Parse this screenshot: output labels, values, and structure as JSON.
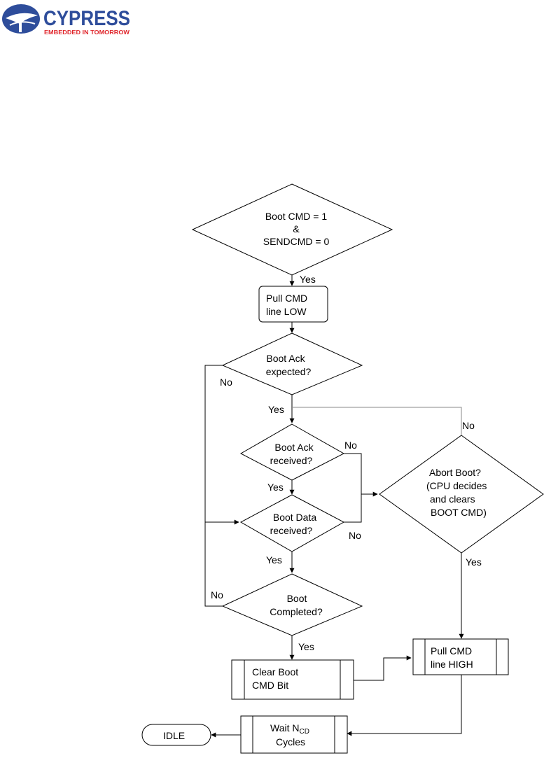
{
  "logo": {
    "brand": "CYPRESS",
    "tagline": "EMBEDDED IN TOMORROW",
    "colors": {
      "brand": "#2e4d9b",
      "tagline": "#e0262c"
    }
  },
  "flowchart": {
    "nodes": {
      "boot_cmd": {
        "lines": [
          "Boot CMD = 1",
          "&",
          "SENDCMD = 0"
        ]
      },
      "pull_low": {
        "lines": [
          "Pull CMD",
          "line LOW"
        ]
      },
      "ack_expected": {
        "lines": [
          "Boot Ack",
          "expected?"
        ]
      },
      "ack_received": {
        "lines": [
          "Boot Ack",
          "received?"
        ]
      },
      "data_received": {
        "lines": [
          "Boot Data",
          "received?"
        ]
      },
      "boot_completed": {
        "lines": [
          "Boot",
          "Completed?"
        ]
      },
      "abort_boot": {
        "lines": [
          "Abort Boot?",
          "(CPU decides",
          "and clears",
          "BOOT CMD)"
        ]
      },
      "clear_bit": {
        "lines": [
          "Clear Boot",
          "CMD Bit"
        ]
      },
      "pull_high": {
        "lines": [
          "Pull CMD",
          "line HIGH"
        ]
      },
      "wait": {
        "main": "Wait N",
        "sub": "CD",
        "line2": "Cycles"
      },
      "idle": {
        "lines": [
          "IDLE"
        ]
      }
    },
    "edge_labels": {
      "boot_yes": "Yes",
      "expected_no": "No",
      "expected_yes": "Yes",
      "ack_no": "No",
      "ack_yes": "Yes",
      "abort_no": "No",
      "data_no": "No",
      "data_yes": "Yes",
      "completed_no": "No",
      "completed_yes": "Yes",
      "abort_yes": "Yes"
    }
  }
}
